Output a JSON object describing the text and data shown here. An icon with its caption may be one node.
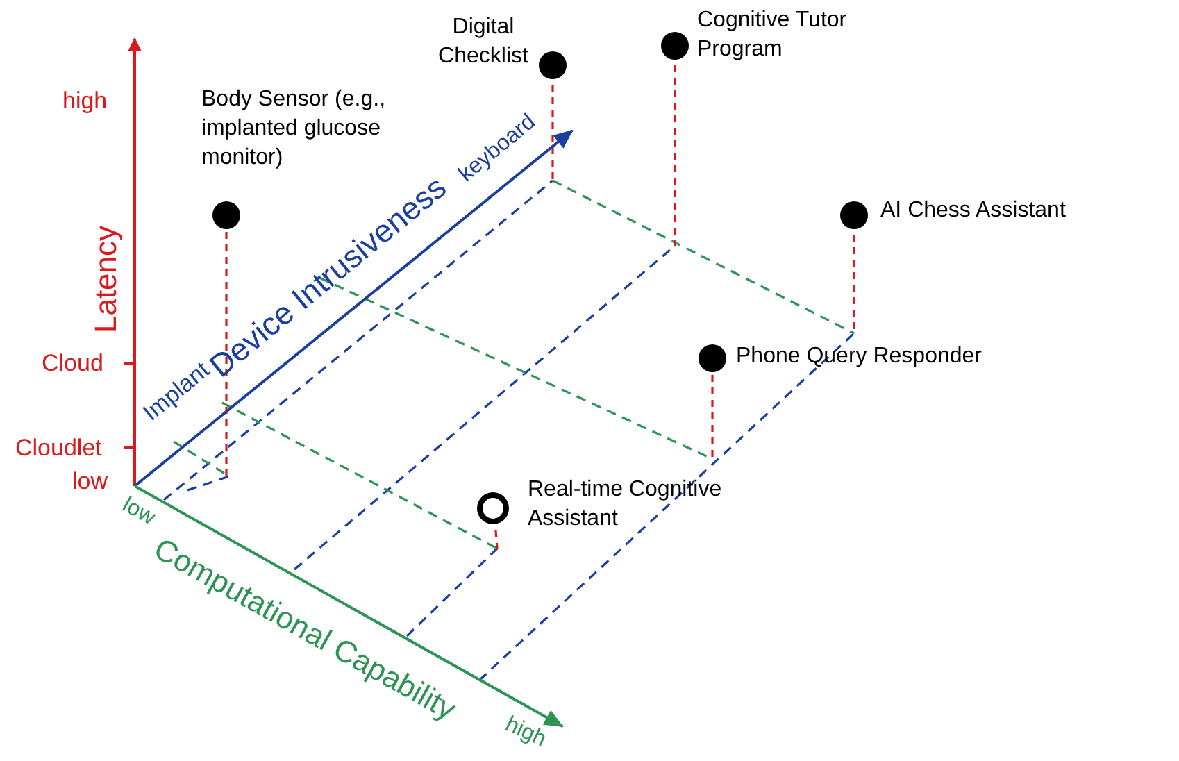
{
  "diagram": {
    "nodes": [
      {
        "text": [
          "Body Sensor (e.g., implanted glucose monitor)"
        ]
      },
      {
        "text": [
          "Digital Checklist"
        ]
      },
      {
        "text": [
          "Cognitive Tutor Program"
        ]
      },
      {
        "text": [
          "AI Chess Assistant"
        ]
      },
      {
        "text": [
          "Phone Query Responder"
        ]
      },
      {
        "text": [
          "Real-time Cognitive Assistant"
        ]
      }
    ],
    "edges": [],
    "labels": [
      "high",
      "Latency",
      "Cloud",
      "Cloudlet",
      "low",
      "Device Intrusiveness",
      "Implant",
      "keyboard",
      "low",
      "Computational Capability",
      "high"
    ]
  }
}
